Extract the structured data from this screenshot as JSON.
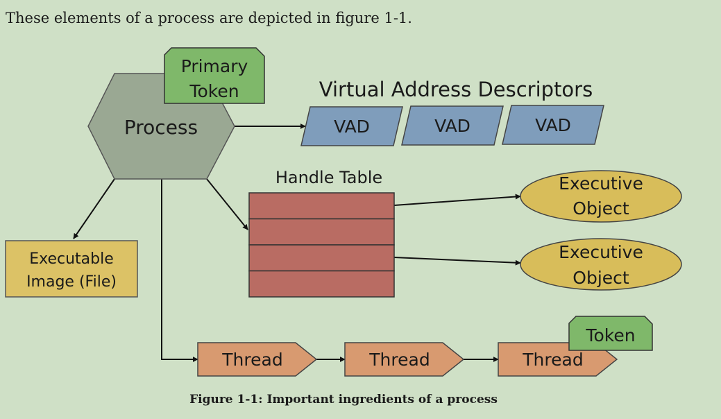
{
  "intro_text": "These elements of a process are depicted in figure 1-1.",
  "caption": "Figure 1-1: Important ingredients of a process",
  "diagram": {
    "process": {
      "label": "Process",
      "color": "#9aa893"
    },
    "primary_token": {
      "line1": "Primary",
      "line2": "Token",
      "color": "#7fb86a"
    },
    "vad_title": "Virtual Address Descriptors",
    "vads": [
      {
        "label": "VAD"
      },
      {
        "label": "VAD"
      },
      {
        "label": "VAD"
      }
    ],
    "vad_color": "#7f9dbb",
    "handle_table": {
      "title": "Handle Table",
      "rows": 4,
      "color": "#b96c63"
    },
    "executive_objects": [
      {
        "line1": "Executive",
        "line2": "Object"
      },
      {
        "line1": "Executive",
        "line2": "Object"
      }
    ],
    "executive_color": "#d8bd5a",
    "executable_image": {
      "line1": "Executable",
      "line2": "Image (File)",
      "color": "#dcc266"
    },
    "threads": [
      {
        "label": "Thread"
      },
      {
        "label": "Thread"
      },
      {
        "label": "Thread"
      }
    ],
    "thread_color": "#d89a70",
    "thread_token": {
      "label": "Token",
      "color": "#7fb86a"
    }
  }
}
